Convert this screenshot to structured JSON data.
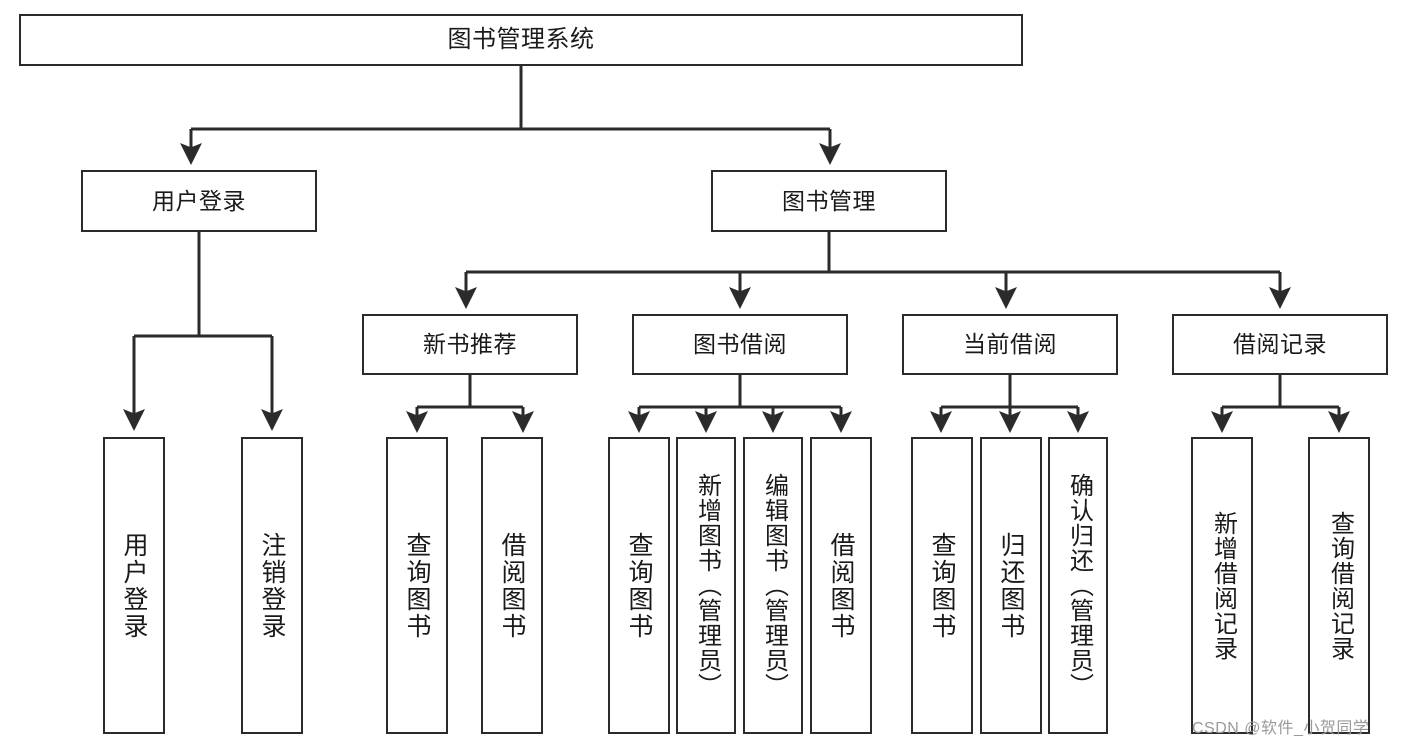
{
  "diagram": {
    "title": "图书管理系统",
    "type": "hierarchy-tree",
    "line_color": "#2b2b2b",
    "box_fill": "#ffffff",
    "text_color": "#1a1a1a",
    "watermark": "CSDN @软件_小贺同学",
    "levels": {
      "level1": [
        {
          "id": "root",
          "label": "图书管理系统"
        }
      ],
      "level2": [
        {
          "id": "user-login",
          "label": "用户登录",
          "parent": "root"
        },
        {
          "id": "book-manage",
          "label": "图书管理",
          "parent": "root"
        }
      ],
      "level3": [
        {
          "id": "new-book-rec",
          "label": "新书推荐",
          "parent": "book-manage"
        },
        {
          "id": "book-borrow",
          "label": "图书借阅",
          "parent": "book-manage"
        },
        {
          "id": "current-borrow",
          "label": "当前借阅",
          "parent": "book-manage"
        },
        {
          "id": "borrow-record",
          "label": "借阅记录",
          "parent": "book-manage"
        }
      ],
      "level4": [
        {
          "id": "leaf-user-login",
          "label": "用户登录",
          "parent": "user-login"
        },
        {
          "id": "leaf-user-logout",
          "label": "注销登录",
          "parent": "user-login"
        },
        {
          "id": "leaf-query-book-1",
          "label": "查询图书",
          "parent": "new-book-rec"
        },
        {
          "id": "leaf-borrow-book-1",
          "label": "借阅图书",
          "parent": "new-book-rec"
        },
        {
          "id": "leaf-query-book-2",
          "label": "查询图书",
          "parent": "book-borrow"
        },
        {
          "id": "leaf-add-book",
          "label": "新增图书（管理员）",
          "parent": "book-borrow"
        },
        {
          "id": "leaf-edit-book",
          "label": "编辑图书（管理员）",
          "parent": "book-borrow"
        },
        {
          "id": "leaf-borrow-book-2",
          "label": "借阅图书",
          "parent": "book-borrow"
        },
        {
          "id": "leaf-query-book-3",
          "label": "查询图书",
          "parent": "current-borrow"
        },
        {
          "id": "leaf-return-book",
          "label": "归还图书",
          "parent": "current-borrow"
        },
        {
          "id": "leaf-confirm-return",
          "label": "确认归还（管理员）",
          "parent": "current-borrow"
        },
        {
          "id": "leaf-add-record",
          "label": "新增借阅记录",
          "parent": "borrow-record"
        },
        {
          "id": "leaf-query-record",
          "label": "查询借阅记录",
          "parent": "borrow-record"
        }
      ]
    }
  }
}
